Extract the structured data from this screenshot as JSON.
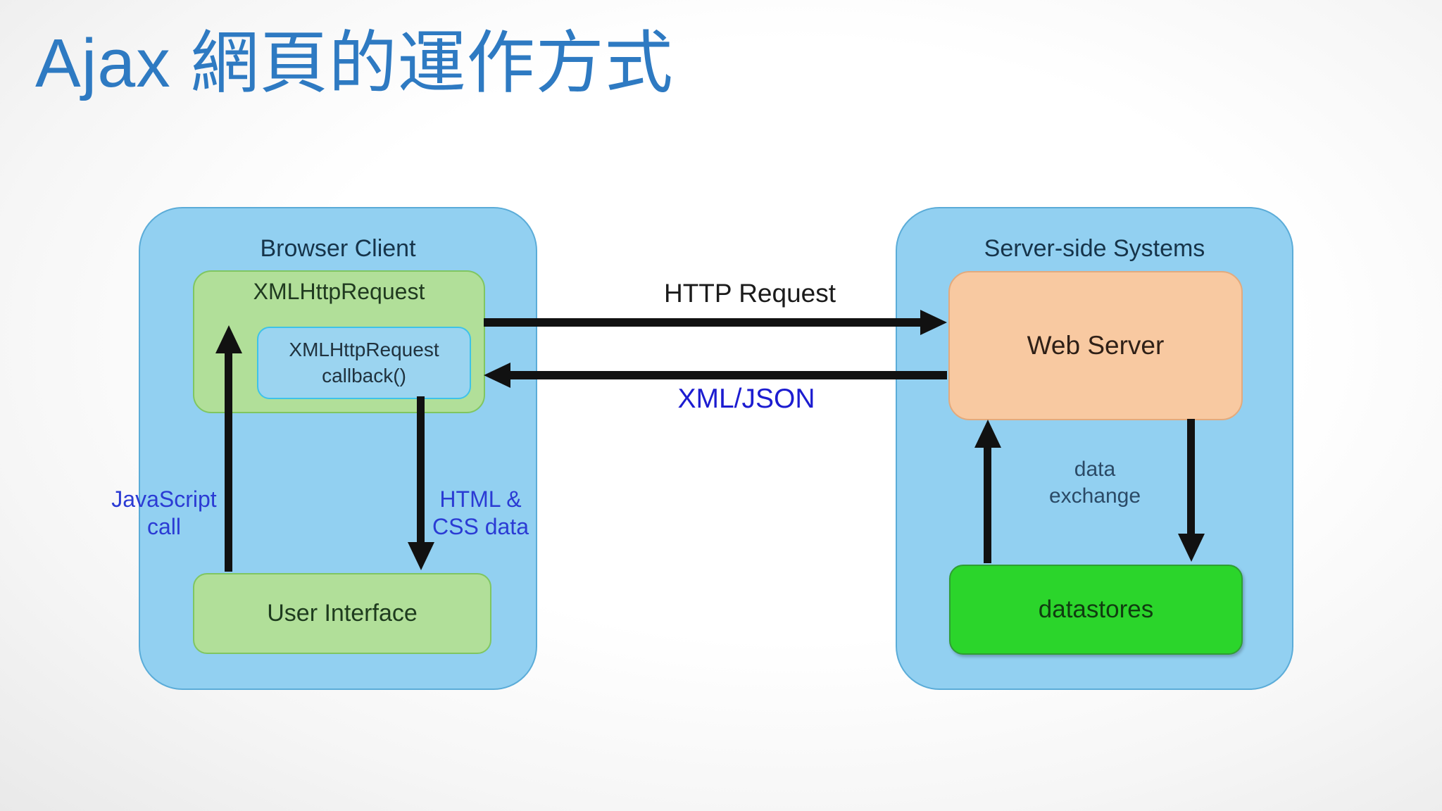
{
  "title": "Ajax 網頁的運作方式",
  "browser_client": {
    "label": "Browser Client",
    "xhr_box": {
      "label": "XMLHttpRequest"
    },
    "callback_box": {
      "line1": "XMLHttpRequest",
      "line2": "callback()"
    },
    "ui_box": {
      "label": "User Interface"
    },
    "js_call_label": {
      "line1": "JavaScript",
      "line2": "call"
    },
    "html_css_label": {
      "line1": "HTML &",
      "line2": "CSS data"
    }
  },
  "middle": {
    "http_request_label": "HTTP Request",
    "xml_json_label": "XML/JSON"
  },
  "server_side": {
    "label": "Server-side Systems",
    "web_server": {
      "label": "Web Server"
    },
    "datastores": {
      "label": "datastores"
    },
    "data_exchange_label": {
      "line1": "data",
      "line2": "exchange"
    }
  },
  "colors": {
    "title_blue": "#2e7ac2",
    "container_blue_fill": "#92d0f1",
    "container_blue_border": "#5bacd8",
    "light_green_fill": "#b1df99",
    "light_green_border": "#7fc661",
    "callback_blue_fill": "#9bd4f0",
    "callback_blue_border": "#3ec2e9",
    "web_server_peach": "#f8c9a1",
    "datastores_green": "#2bd52b",
    "annotation_blue": "#2b3bd4",
    "xml_json_blue": "#1c1cd0",
    "dark_navy_text": "#16344a",
    "arrow_black": "#111111"
  }
}
